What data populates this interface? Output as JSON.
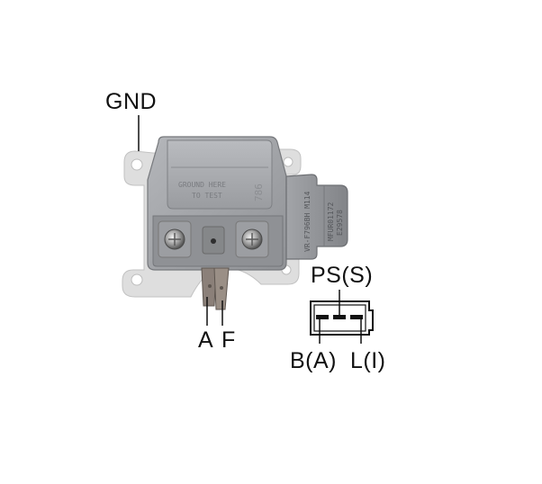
{
  "callouts": {
    "gnd": "GND",
    "a": "A",
    "f": "F",
    "ps": "PS(S)",
    "b": "B(A)",
    "l": "L(I)"
  },
  "engraving": {
    "cover_line1": "GROUND HERE",
    "cover_line2": "TO TEST",
    "part_no": "VR-F796BH M114",
    "code1": "MFUR01172",
    "code2": "E29578",
    "side_number": "786"
  },
  "colors": {
    "housing": "#a4a6aa",
    "housing_dark": "#85878b",
    "bracket": "#dcdcdc",
    "terminal": "#8a7f78",
    "lines": "#111111"
  }
}
